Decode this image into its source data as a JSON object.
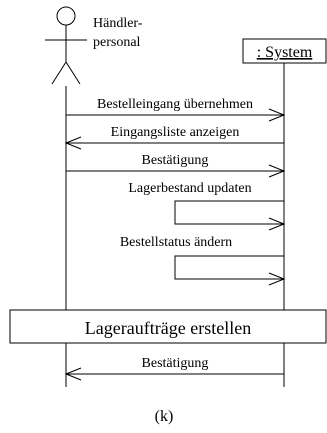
{
  "actor": {
    "label_line1": "Händler-",
    "label_line2": "personal"
  },
  "system": {
    "label": ": System"
  },
  "messages": [
    {
      "text": "Bestelleingang übernehmen"
    },
    {
      "text": "Eingangsliste anzeigen"
    },
    {
      "text": "Bestätigung"
    },
    {
      "text": "Lagerbestand updaten"
    },
    {
      "text": "Bestellstatus ändern"
    },
    {
      "text": "Bestätigung"
    }
  ],
  "fragment": {
    "label": "Lageraufträge erstellen"
  },
  "caption": "(k)"
}
